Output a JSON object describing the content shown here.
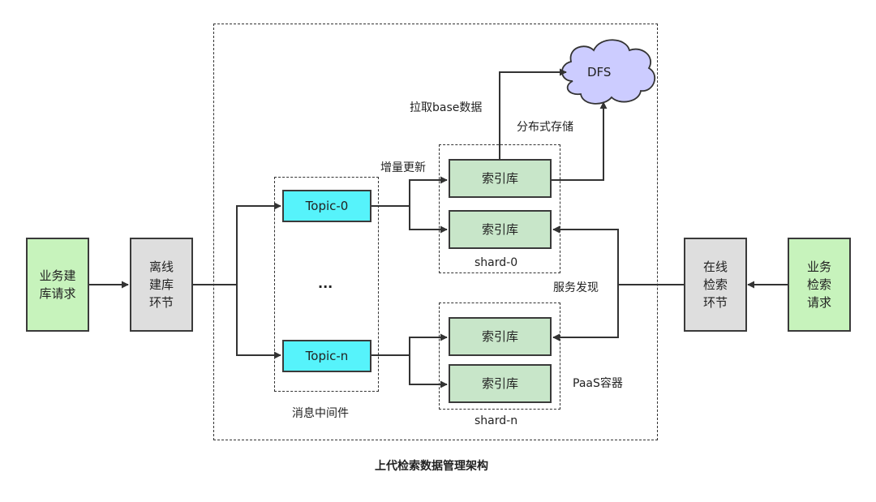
{
  "colors": {
    "business_box": "#c7f3bc",
    "process_box": "#dedede",
    "topic_box": "#56f3fb",
    "index_box": "#c8e6c9",
    "cloud": "#ccccff",
    "stroke": "#333333"
  },
  "left": {
    "business_request": [
      "业务建",
      "库请求"
    ],
    "offline_stage": [
      "离线",
      "建库",
      "环节"
    ]
  },
  "middleware": {
    "topic_0": "Topic-0",
    "ellipsis": "...",
    "topic_n": "Topic-n",
    "caption": "消息中间件"
  },
  "shards": {
    "index_label": "索引库",
    "shard_0": "shard-0",
    "shard_n": "shard-n",
    "paas": "PaaS容器"
  },
  "storage": {
    "dfs": "DFS",
    "pull_base": "拉取base数据",
    "distributed_storage": "分布式存储",
    "incremental_update": "增量更新"
  },
  "right": {
    "service_discovery": "服务发现",
    "online_stage": [
      "在线",
      "检索",
      "环节"
    ],
    "search_request": [
      "业务",
      "检索",
      "请求"
    ]
  },
  "footer": {
    "title": "上代检索数据管理架构"
  }
}
